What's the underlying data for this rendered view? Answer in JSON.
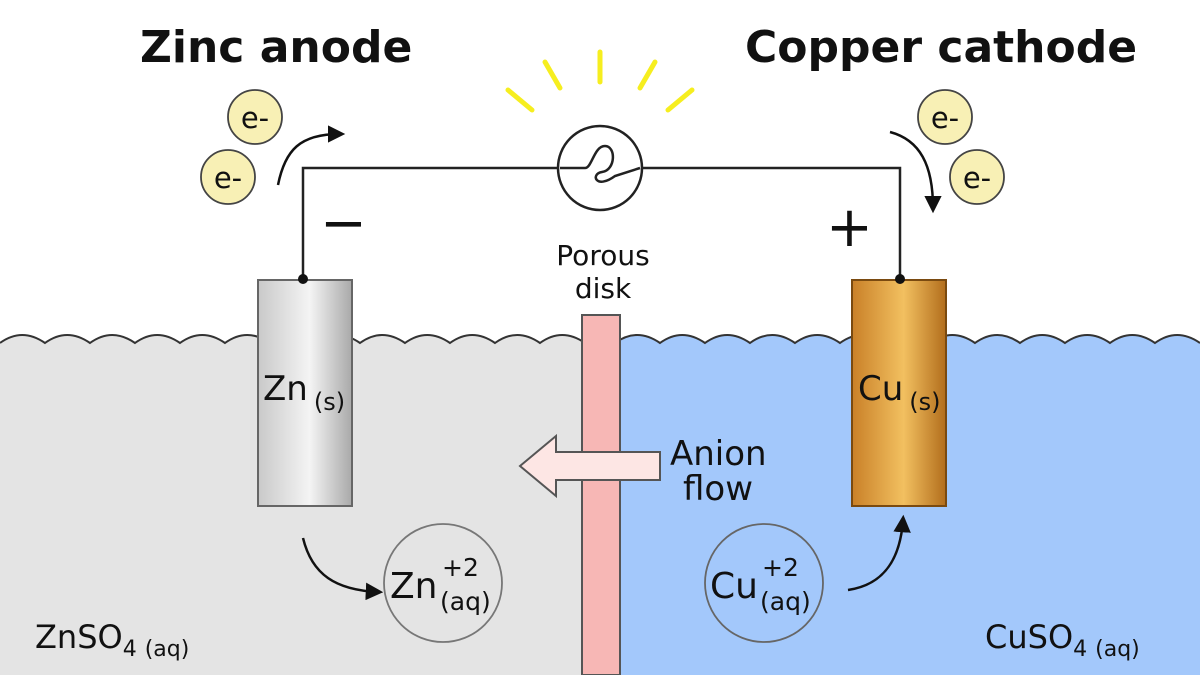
{
  "titles": {
    "anode": "Zinc anode",
    "cathode": "Copper cathode"
  },
  "electron": {
    "label": "e-"
  },
  "terminals": {
    "negative": "−",
    "positive": "+"
  },
  "divider": {
    "label_line1": "Porous",
    "label_line2": "disk"
  },
  "electrodes": {
    "zinc": {
      "symbol": "Zn",
      "state": "(s)"
    },
    "copper": {
      "symbol": "Cu",
      "state": "(s)"
    }
  },
  "ions": {
    "zinc": {
      "symbol": "Zn",
      "charge": "+2",
      "state": "(aq)"
    },
    "copper": {
      "symbol": "Cu",
      "charge": "+2",
      "state": "(aq)"
    }
  },
  "anion_flow": {
    "line1": "Anion",
    "line2": "flow"
  },
  "solutions": {
    "left": {
      "formula": "ZnSO",
      "sub": "4",
      "state": "(aq)"
    },
    "right": {
      "formula": "CuSO",
      "sub": "4",
      "state": "(aq)"
    }
  },
  "colors": {
    "left_solution": "#e4e4e4",
    "right_solution": "#a3c8fb",
    "porous_disk": "#f7b7b5",
    "bulb_rays": "#f6ee1f",
    "electron_fill": "#f8f0b5"
  }
}
